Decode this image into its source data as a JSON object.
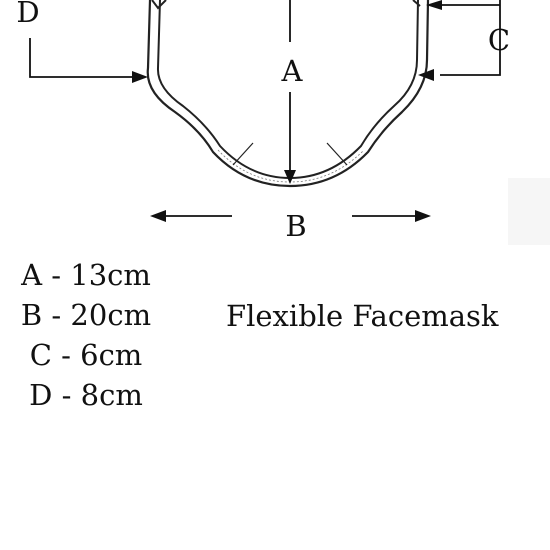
{
  "diagram": {
    "labels": {
      "a": "A",
      "b": "B",
      "c": "C",
      "d": "D"
    }
  },
  "legend": {
    "items": [
      "A - 13cm",
      "B - 20cm",
      "C - 6cm",
      "D - 8cm"
    ]
  },
  "product": {
    "title": "Flexible Facemask"
  },
  "colors": {
    "background": "#ffffff",
    "ink": "#111111",
    "mask_fill": "#ffffff"
  }
}
